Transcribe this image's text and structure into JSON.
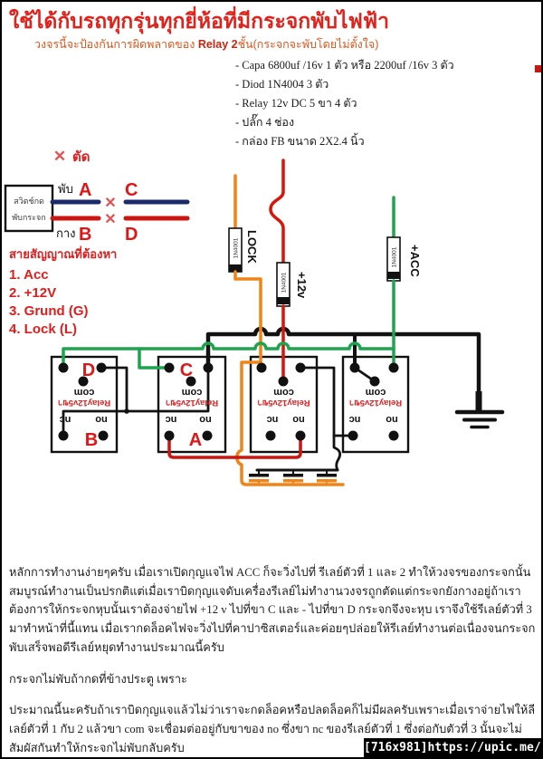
{
  "header": {
    "title": "ใช้ได้กับรถทุกรุ่นทุกยี่ห้อที่มีกระจกพับไฟฟ้า",
    "subtitle": {
      "pre": "วงจรนี้จะป้องกันการผิดพลาดของ ",
      "bold": "Relay 2",
      "post": "ชั้น(กระจกจะพับโดยไม่ตั้งใจ)"
    }
  },
  "parts": {
    "items": [
      "- Capa 6800uf /16v  1 ตัว หรือ 2200uf /16v 3 ตัว",
      "- Diod 1N4004 3 ตัว",
      "- Relay 12v DC 5 ขา  4 ตัว",
      "- ปลั๊ก 4 ช่อง",
      "- กล่อง FB ขนาด 2X2.4 นิ้ว"
    ]
  },
  "cut_legend": {
    "mark": "✕",
    "label": "ตัด"
  },
  "switch_panel": {
    "box_line1": "สวิตช์กด",
    "box_line2": "พับกระจก",
    "fold_label": "พับ",
    "spread_label": "กาง",
    "point_a": "A",
    "point_b": "B",
    "point_c": "C",
    "point_d": "D"
  },
  "signals": {
    "heading": "สายสัญญาณที่ต้องหา",
    "items": [
      "1. Acc",
      "2. +12V",
      "3. Grund (G)",
      "4. Lock (L)"
    ]
  },
  "diagram": {
    "diode_part": "1N4001",
    "feeds": {
      "lock": "LOCK",
      "plus12v": "+12v",
      "acc": "+ACC"
    },
    "relay_label": "Relay12v5ขา",
    "pin_com": "com",
    "pin_nc": "nc",
    "pin_no": "no",
    "relay_letters": {
      "r1_top": "D",
      "r1_bottom": "B",
      "r2_top": "C",
      "r2_bottom": "A"
    },
    "wire_colors": {
      "fold": "#1b2a6b",
      "spread": "#cc1410",
      "lock": "#ef8418",
      "power": "#da1408",
      "acc": "#1ea44e",
      "ground": "#121212"
    }
  },
  "body_text": {
    "p1": "หลักการทำงานง่ายๆครับ เมื่อเราเปิดกุญแจไฟ ACC ก็จะวิ่งไปที่ รีเลย์ตัวที่ 1 และ 2 ทำให้วงจรของกระจกนั้นสมบูรณ์ทำงานเป็นปรกติแต่เมื่อเราบิดกุญแจดับเครื่องรีเลย์ไม่ทำงานวงจรถูกตัดแต่กระจกยังกางอยู่ถ้าเราต้องการให้กระจกหุบนั้นเราต้องจ่ายไฟ +12 v ไปที่ขา C และ - ไปที่ขา D กระจกจึงจะหุบ เราจึงใช้รีเลย์ตัวที่ 3 มาทำหน้าที่นี้แทน เมื่อเรากดล็อคไฟจะวิ่งไปที่คาปาซิสเตอร์และค่อยๆปล่อยให้รีเลย์ทำงานต่อเนื่องจนกระจกพับเสร็จพอดีรีเลย์หยุดทำงานประมาณนี้ครับ",
    "p2": "กระจกไม่พับถ้ากดที่ข้างประตู เพราะ",
    "p3": "ประมาณนี้นะครับถ้าเราบิดกุญแจแล้วไม่ว่าเราจะกดล็อคหรือปลดล็อคก็ไม่มีผลครับเพราะเมื่อเราจ่ายไฟให้ลีเลย์ตัวที่ 1 กับ 2 แล้วขา com จะเชื่อมต่ออยู่กับขาของ no ซึ่งขา nc ของรีเลย์ตัวที่ 1 ซึ่งต่อกับตัวที่ 3 นั้นจะไม่สัมผัสกันทำให้กระจกไม่พับกลับครับ"
  },
  "watermark": "[716x981]https://upic.me/"
}
